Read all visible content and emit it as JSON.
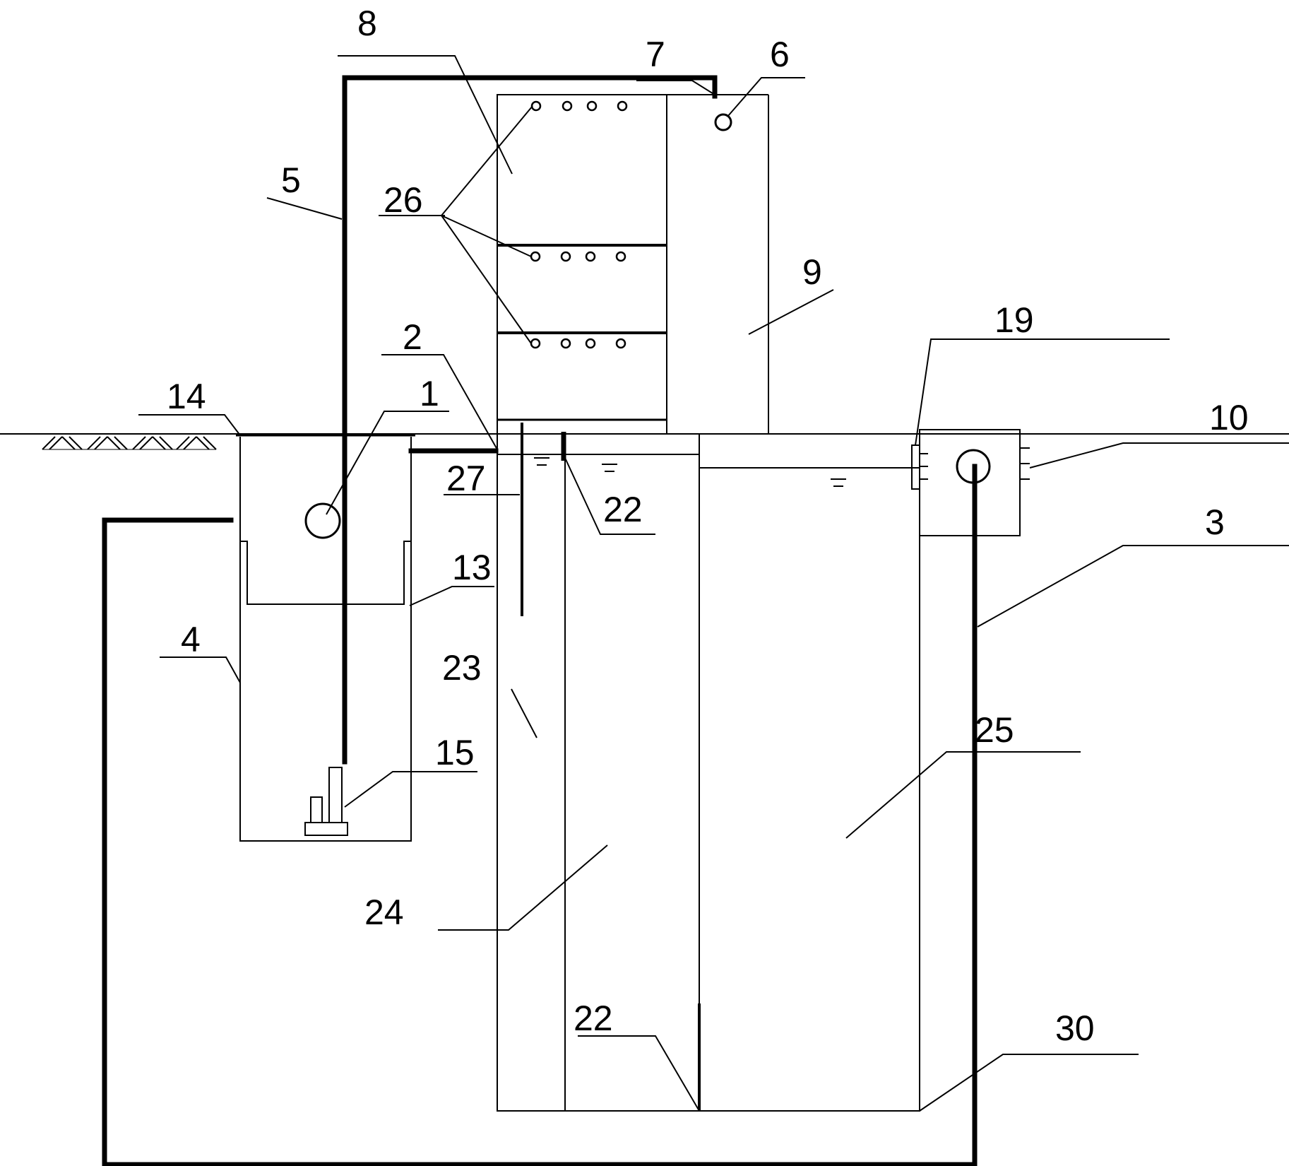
{
  "labels": {
    "l1": "1",
    "l2": "2",
    "l3": "3",
    "l4": "4",
    "l5": "5",
    "l6": "6",
    "l7": "7",
    "l8": "8",
    "l9": "9",
    "l10": "10",
    "l13": "13",
    "l14": "14",
    "l15": "15",
    "l19": "19",
    "l22a": "22",
    "l22b": "22",
    "l23": "23",
    "l24": "24",
    "l25": "25",
    "l26": "26",
    "l27": "27",
    "l30": "30"
  }
}
